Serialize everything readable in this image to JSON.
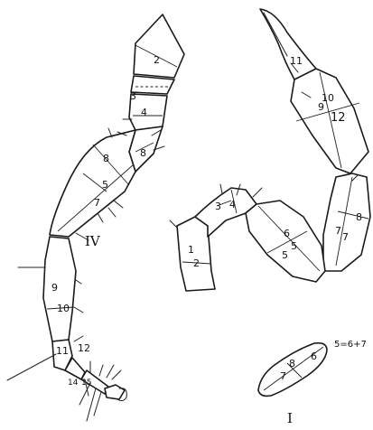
{
  "leg_IV": {
    "name": "IV",
    "segment_labels": [
      "2",
      "3",
      "4",
      "8",
      "8",
      "5",
      "7",
      "9",
      "10",
      "11",
      "12",
      "14",
      "15"
    ]
  },
  "leg_right": {
    "segment_labels": [
      "11",
      "9",
      "10",
      "12",
      "8",
      "7",
      "7"
    ]
  },
  "leg_middle": {
    "segment_labels": [
      "3",
      "4",
      "6",
      "5",
      "5",
      "1",
      "2"
    ]
  },
  "leg_I": {
    "name": "I",
    "segment_labels": [
      "8",
      "6",
      "7"
    ],
    "equation": "5=6+7"
  },
  "colors": {
    "ink": "#1a1a1a",
    "paper": "#ffffff"
  }
}
